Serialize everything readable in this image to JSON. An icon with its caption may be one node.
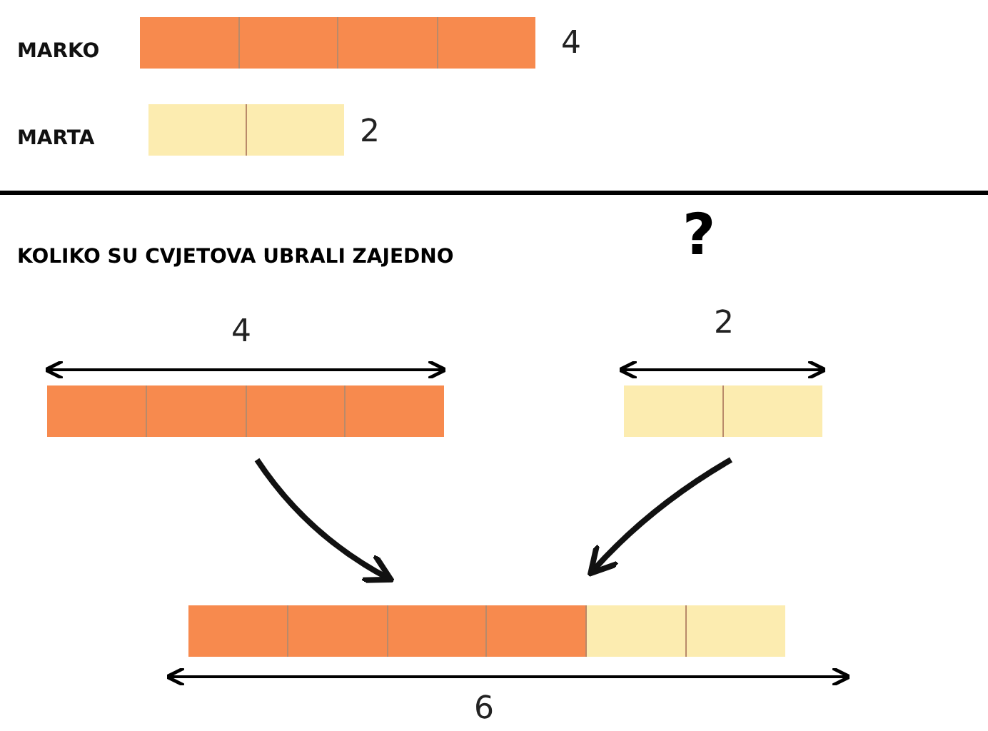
{
  "diagram": {
    "nodes": [
      {
        "text": [],
        "shape": "bar",
        "beside": [
          "MARKO",
          "4"
        ]
      },
      {
        "text": [],
        "shape": "bar",
        "beside": [
          "MARTA",
          "2"
        ]
      },
      {
        "text": [],
        "shape": "bar",
        "beside": [
          "4"
        ]
      },
      {
        "text": [],
        "shape": "bar",
        "beside": [
          "2"
        ]
      },
      {
        "text": [],
        "shape": "bar",
        "beside": [
          "6"
        ]
      }
    ],
    "edges": [
      {
        "from": 2,
        "to": 4,
        "arrow": "to"
      },
      {
        "from": 3,
        "to": 4,
        "arrow": "to"
      }
    ],
    "labels": [
      "KOLIKO SU CVJETOVA UBRALI ZAJEDNO",
      "?"
    ]
  }
}
